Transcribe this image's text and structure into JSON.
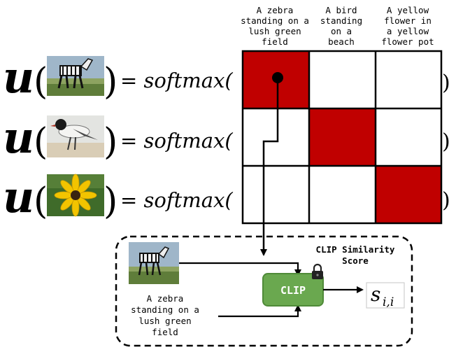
{
  "captions": [
    "A zebra standing on a lush green field",
    "A bird standing on a beach",
    "A yellow flower in a yellow flower pot"
  ],
  "rows": [
    {
      "image": "zebra",
      "lhs_symbol": "u",
      "op": "= softmax("
    },
    {
      "image": "bird",
      "lhs_symbol": "u",
      "op": "= softmax("
    },
    {
      "image": "flower",
      "lhs_symbol": "u",
      "op": "= softmax("
    }
  ],
  "matrix": {
    "size": 3,
    "highlighted": [
      [
        0,
        0
      ],
      [
        1,
        1
      ],
      [
        2,
        2
      ]
    ],
    "highlight_color": "#c00000",
    "grid_color": "#000000"
  },
  "clip_box": {
    "title": "CLIP Similarity Score",
    "clip_label": "CLIP",
    "clip_color": "#6aa84f",
    "caption": "A zebra standing on a lush green field",
    "score_symbol": "s",
    "score_subscript": "i,i",
    "lock_icon": "lock-icon"
  }
}
